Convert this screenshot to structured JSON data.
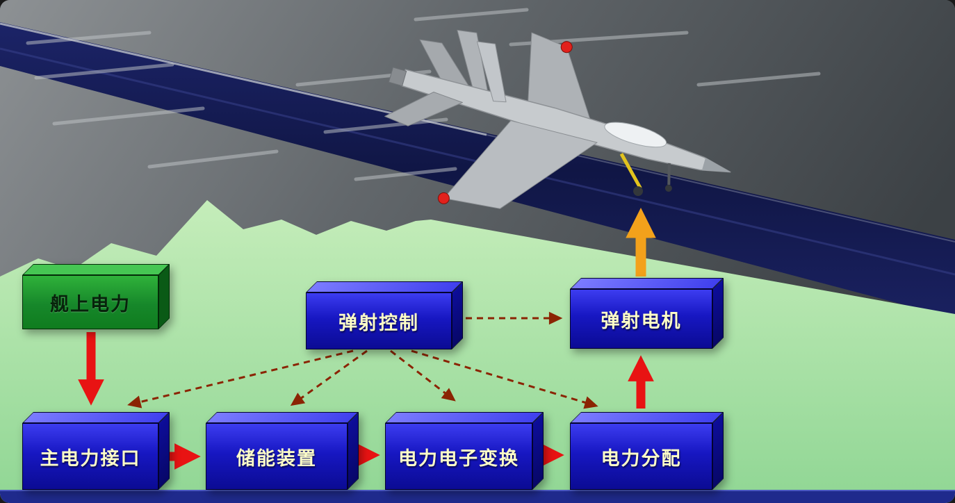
{
  "diagram": {
    "nodes": [
      {
        "id": "ship-power",
        "label": "舰上电力",
        "kind": "power-source"
      },
      {
        "id": "catapult-control",
        "label": "弹射控制",
        "kind": "controller"
      },
      {
        "id": "catapult-motor",
        "label": "弹射电机",
        "kind": "actuator"
      },
      {
        "id": "main-power-interface",
        "label": "主电力接口",
        "kind": "stage"
      },
      {
        "id": "energy-storage",
        "label": "储能装置",
        "kind": "stage"
      },
      {
        "id": "power-electronics",
        "label": "电力电子变换",
        "kind": "stage"
      },
      {
        "id": "power-distribution",
        "label": "电力分配",
        "kind": "stage"
      }
    ],
    "edges": [
      {
        "from": "ship-power",
        "to": "main-power-interface",
        "type": "power-flow"
      },
      {
        "from": "main-power-interface",
        "to": "energy-storage",
        "type": "power-flow"
      },
      {
        "from": "energy-storage",
        "to": "power-electronics",
        "type": "power-flow"
      },
      {
        "from": "power-electronics",
        "to": "power-distribution",
        "type": "power-flow"
      },
      {
        "from": "power-distribution",
        "to": "catapult-motor",
        "type": "power-flow"
      },
      {
        "from": "catapult-motor",
        "to": "aircraft",
        "type": "launch-thrust"
      },
      {
        "from": "catapult-control",
        "to": "main-power-interface",
        "type": "control-signal"
      },
      {
        "from": "catapult-control",
        "to": "energy-storage",
        "type": "control-signal"
      },
      {
        "from": "catapult-control",
        "to": "power-electronics",
        "type": "control-signal"
      },
      {
        "from": "catapult-control",
        "to": "power-distribution",
        "type": "control-signal"
      },
      {
        "from": "catapult-control",
        "to": "catapult-motor",
        "type": "control-signal"
      }
    ],
    "colors": {
      "box_blue": "#1717c2",
      "box_green": "#16872a",
      "box_label": "#fdfdc8",
      "box_label_green": "#07230b",
      "power_arrow": "#e81313",
      "launch_arrow": "#f3a11b",
      "control_arrow": "#8b2403",
      "deck_gray": "#5b6064",
      "runway_band": "#131a55",
      "field_green": "#b4e5ab",
      "aircraft_gray": "#c7cbce",
      "wingtip_marker": "#e2211c"
    }
  }
}
